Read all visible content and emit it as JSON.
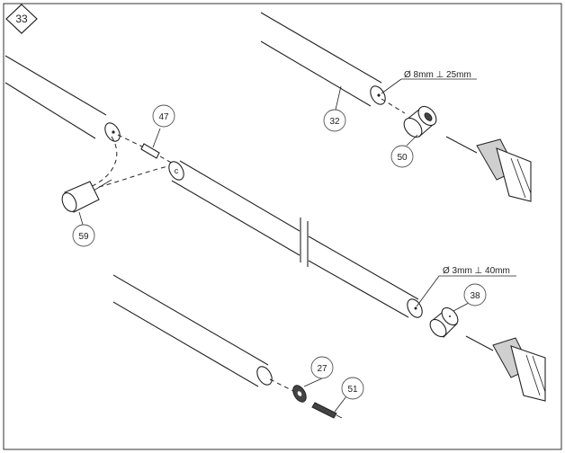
{
  "step": {
    "number": "33"
  },
  "callouts": {
    "c47": "47",
    "c59": "59",
    "c32": "32",
    "c50": "50",
    "c38": "38",
    "c27": "27",
    "c51": "51"
  },
  "dimensions": {
    "upper_hole": "Ø 8mm ⊥ 25mm",
    "lower_hole": "Ø 3mm ⊥ 40mm"
  },
  "markers": {
    "c_mark": "c"
  }
}
